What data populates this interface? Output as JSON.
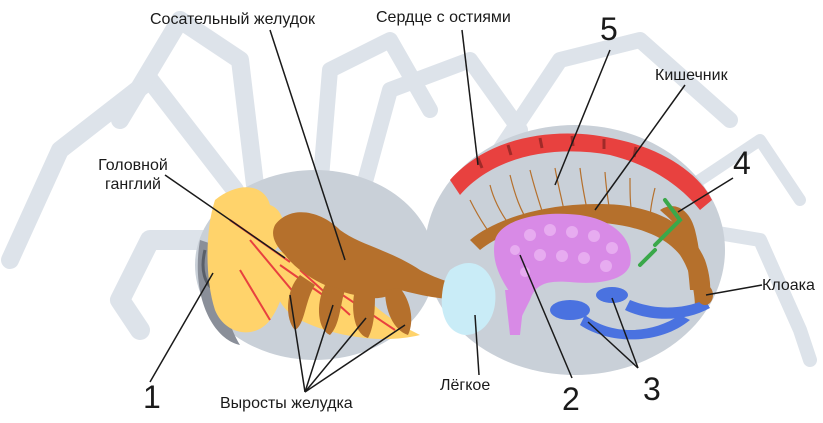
{
  "labels": {
    "sucking_stomach": "Сосательный желудок",
    "heart": "Сердце с остиями",
    "num5": "5",
    "intestine": "Кишечник",
    "ganglion_l1": "Головной",
    "ganglion_l2": "ганглий",
    "num4": "4",
    "cloaca": "Клоака",
    "num1": "1",
    "stomach_outgrowths": "Выросты желудка",
    "lung": "Лёгкое",
    "num2": "2",
    "num3": "3"
  },
  "colors": {
    "legs": "#dde3ea",
    "body": "#c9d0d8",
    "heart": "#e8413f",
    "gut": "#b5702c",
    "gland": "#ffd36b",
    "ovary": "#d88ae6",
    "kidney": "#4a72e0",
    "lung": "#c9ecf7",
    "green": "#3aa84a",
    "ganglion": "#8a8f99"
  }
}
